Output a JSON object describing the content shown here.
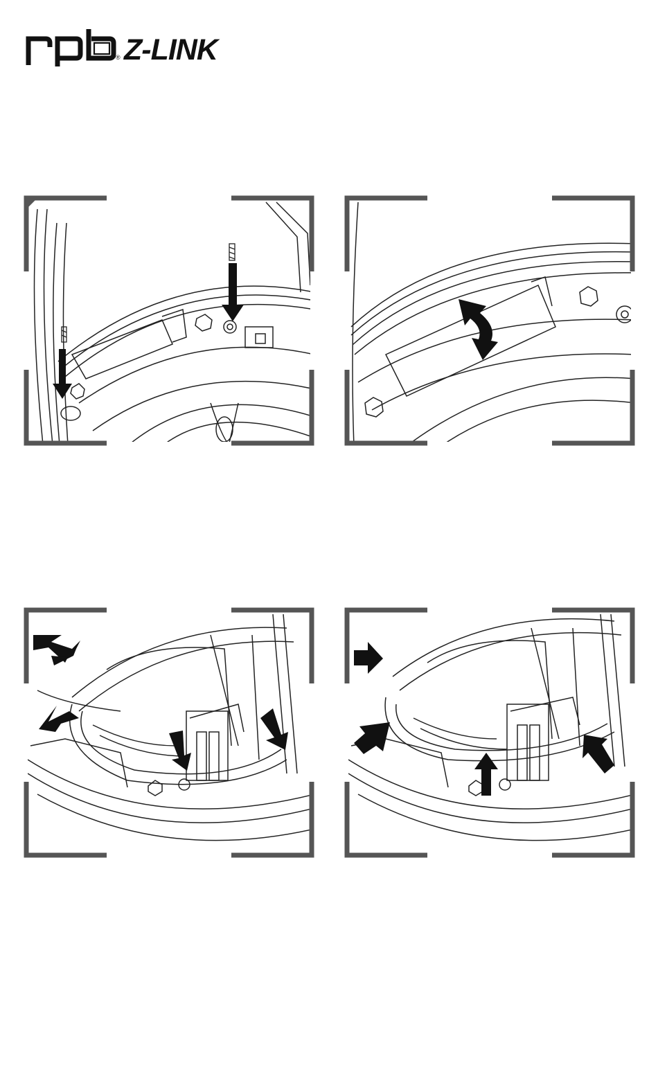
{
  "brand": {
    "logo_text": "rpb",
    "product_name": "Z-LINK",
    "registered_mark": "®"
  },
  "colors": {
    "frame": "#555555",
    "ink": "#111111",
    "line": "#222222",
    "background": "#ffffff"
  },
  "panels": [
    {
      "id": 1,
      "illustration": "screws-into-ring-base"
    },
    {
      "id": 2,
      "illustration": "ring-rotate"
    },
    {
      "id": 3,
      "illustration": "snap-out-arrows"
    },
    {
      "id": 4,
      "illustration": "snap-in-arrows"
    }
  ]
}
